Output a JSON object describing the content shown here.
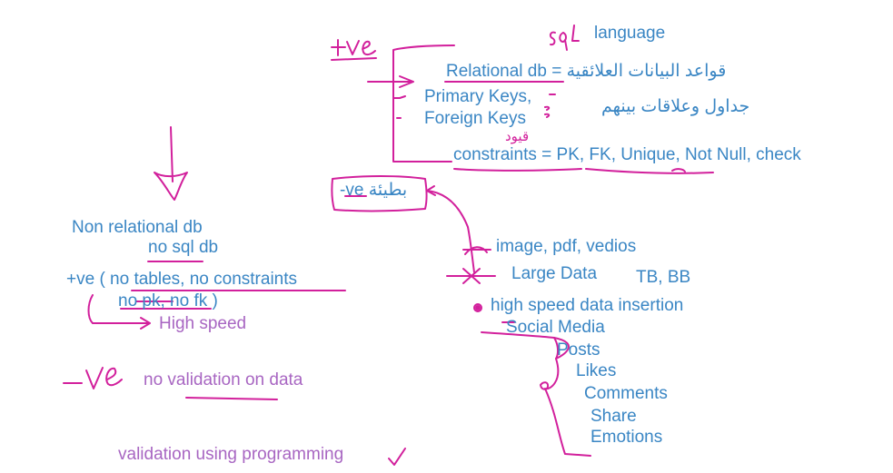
{
  "relational": {
    "sql_scribble": "sql",
    "language": "language",
    "plus_ve": "+ve",
    "relational_db": "Relational db = قواعد البيانات العلائقية",
    "primary_keys": "Primary Keys,",
    "foreign_keys": "Foreign Keys",
    "arabic_tables": "جداول وعلاقات بينهم",
    "constraints_arabic": "قيود",
    "constraints": "constraints = PK, FK, Unique, Not Null, check",
    "minus_ve": "-ve بطيئة"
  },
  "non_relational": {
    "title": "Non relational db",
    "subtitle": "no sql db",
    "plus_ve_line": "+ve  ( no tables, no constraints",
    "no_pk_fk": "no pk, no fk )",
    "high_speed": "High speed",
    "minus_ve": "-ve",
    "no_validation": "no validation on data",
    "validation_programming": "validation using programming"
  },
  "use_cases": {
    "media": "image, pdf, vedios",
    "large_data": "Large Data",
    "sizes": "TB, BB",
    "high_speed_insertion": "high speed data insertion",
    "social_media": "Social Media",
    "posts": "Posts",
    "likes": "Likes",
    "comments": "Comments",
    "share": "Share",
    "emotions": "Emotions"
  },
  "colors": {
    "blue_text": "#3a86c4",
    "purple_text": "#a866c2",
    "magenta_ink": "#d2209c"
  }
}
